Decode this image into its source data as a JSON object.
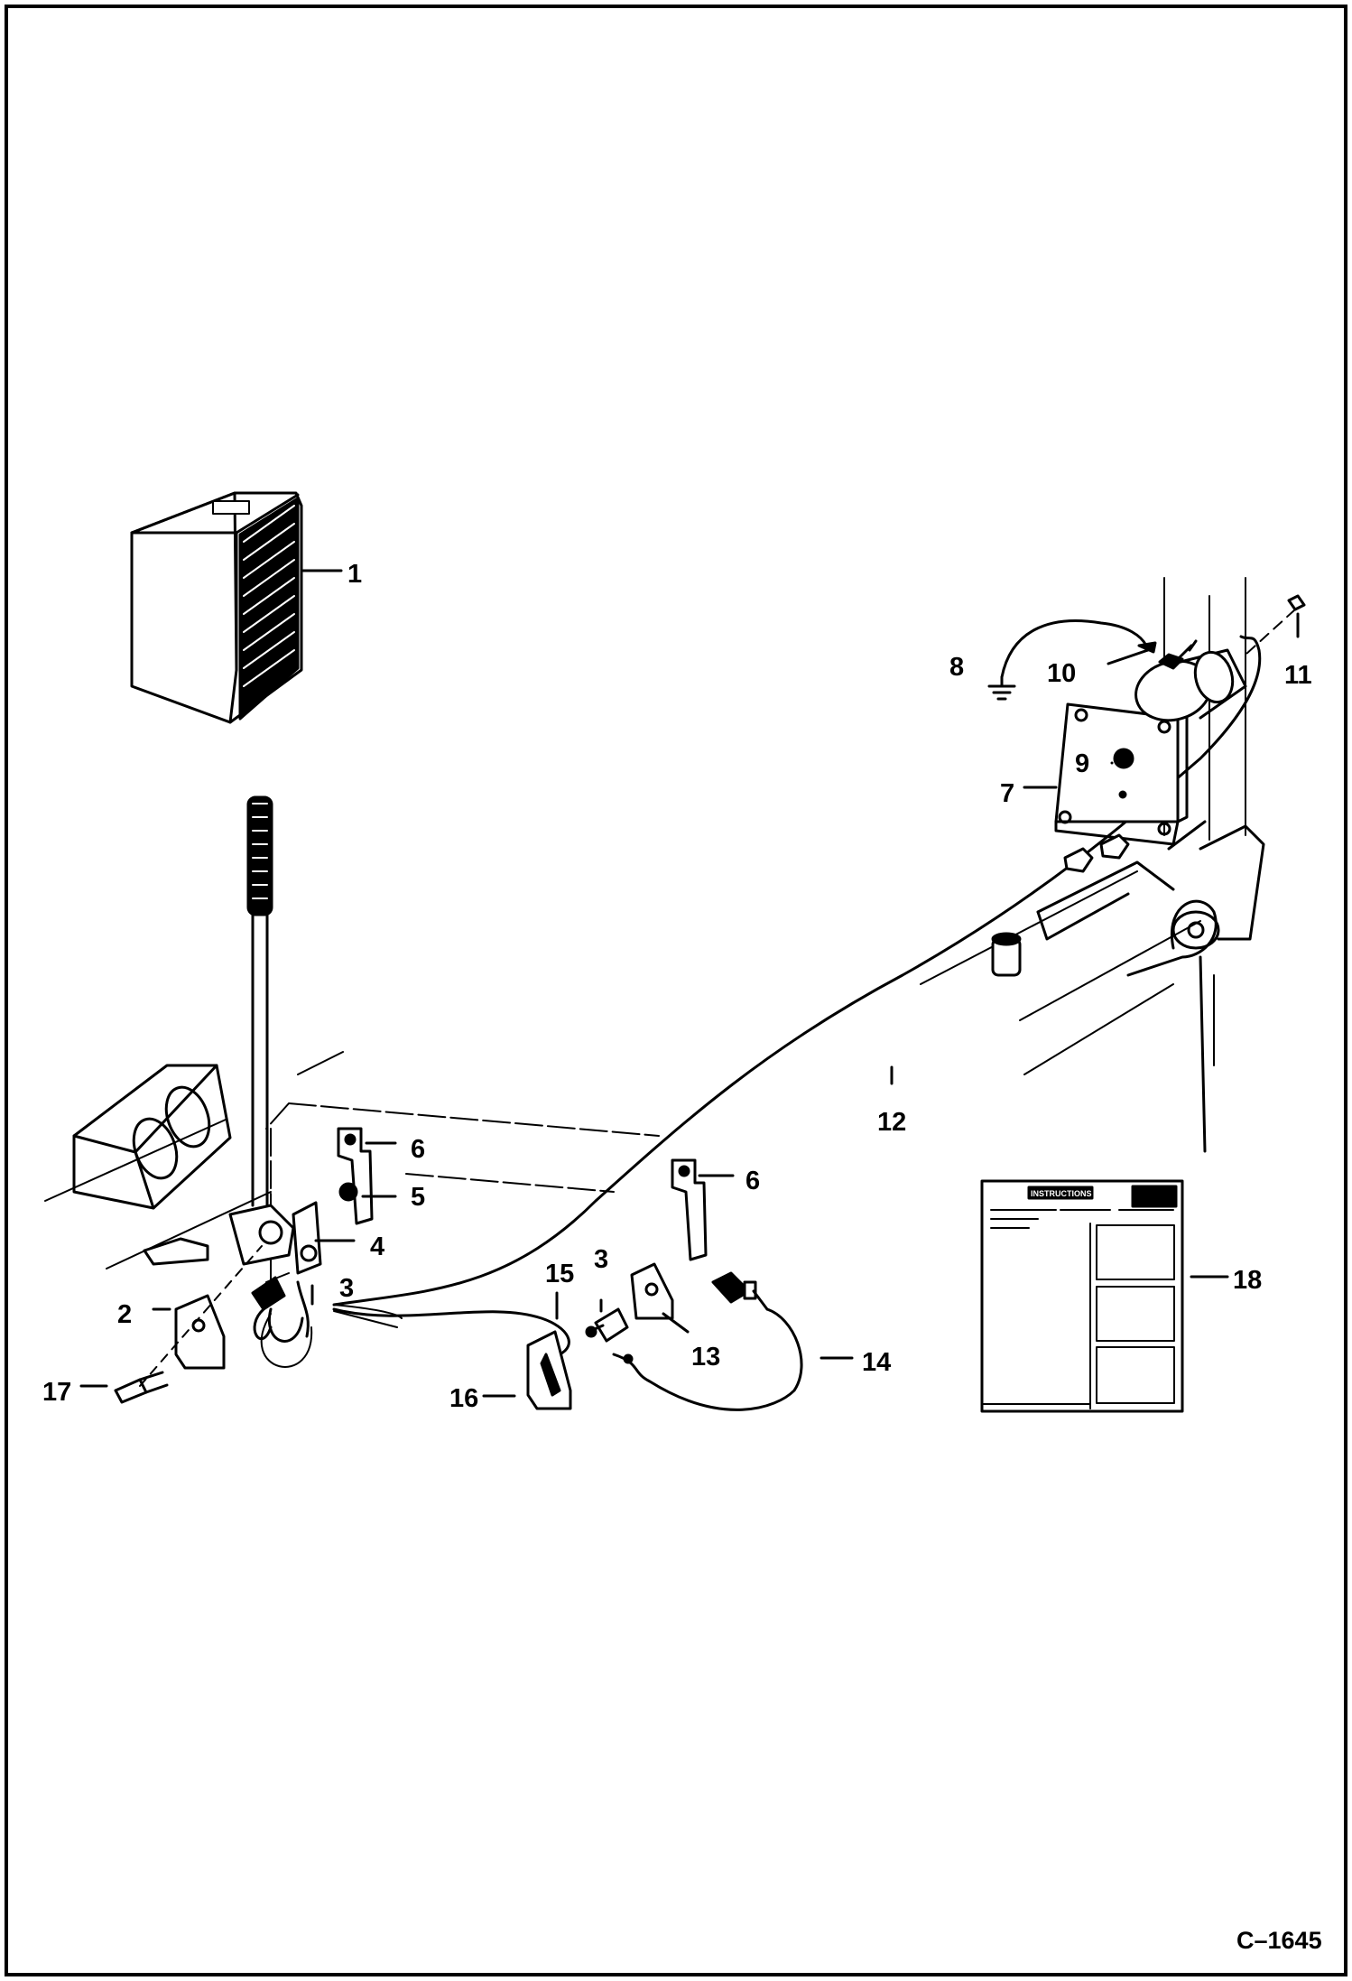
{
  "figure_id": "C–1645",
  "callouts": {
    "c1": "1",
    "c2": "2",
    "c3a": "3",
    "c3b": "3",
    "c4": "4",
    "c5": "5",
    "c6a": "6",
    "c6b": "6",
    "c7": "7",
    "c8": "8",
    "c9": "9",
    "c10": "10",
    "c11": "11",
    "c12": "12",
    "c13": "13",
    "c14": "14",
    "c15": "15",
    "c16": "16",
    "c17": "17",
    "c18": "18"
  },
  "decal": {
    "heading": "INSTRUCTIONS"
  },
  "colors": {
    "ink": "#000000",
    "paper": "#ffffff"
  }
}
